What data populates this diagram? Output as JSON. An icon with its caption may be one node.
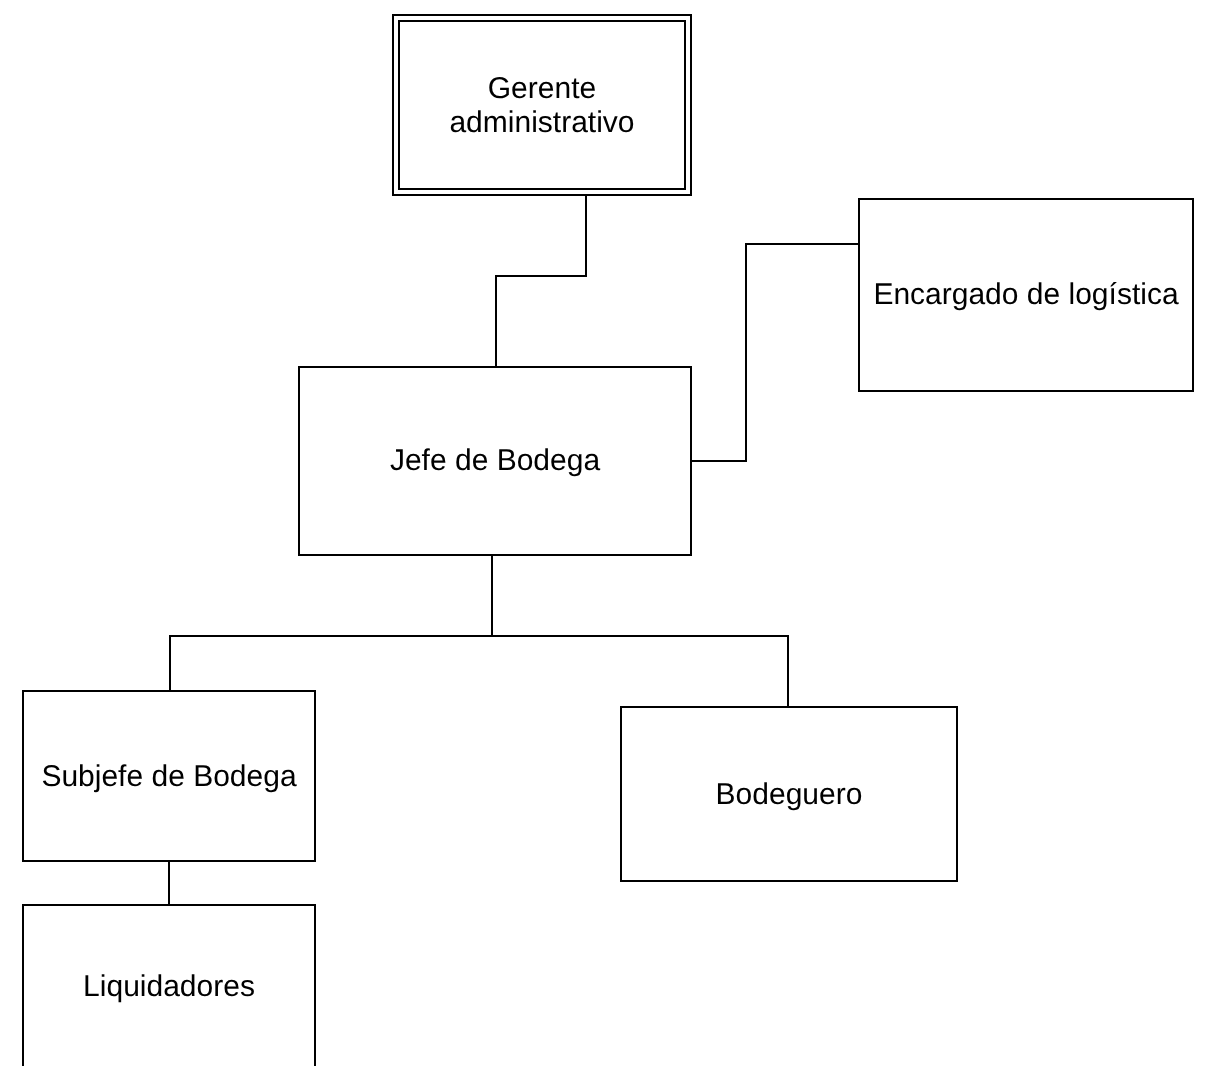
{
  "diagram": {
    "nodes": [
      {
        "text": [
          "Gerente administrativo"
        ]
      },
      {
        "text": [
          "Jefe de Bodega"
        ]
      },
      {
        "text": [
          "Encargado de logística"
        ]
      },
      {
        "text": [
          "Subjefe de Bodega"
        ]
      },
      {
        "text": [
          "Bodeguero"
        ]
      },
      {
        "text": [
          "Liquidadores"
        ]
      }
    ],
    "edges": [
      {
        "from": 0,
        "to": 1,
        "arrow": "none"
      },
      {
        "from": 1,
        "to": 2,
        "arrow": "none"
      },
      {
        "from": 1,
        "to": 3,
        "arrow": "none"
      },
      {
        "from": 1,
        "to": 4,
        "arrow": "none"
      },
      {
        "from": 3,
        "to": 5,
        "arrow": "none"
      }
    ]
  }
}
